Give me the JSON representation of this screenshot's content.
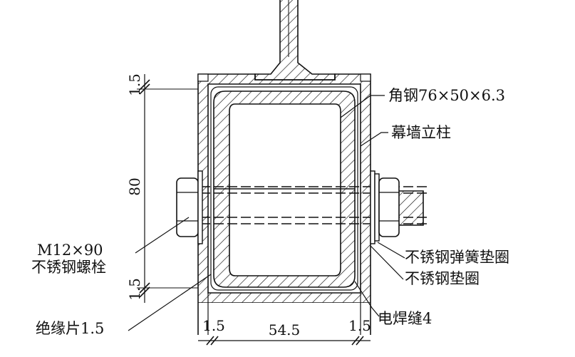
{
  "labels": {
    "angle_steel": "角钢76×50×6.3",
    "mullion": "幕墙立柱",
    "bolt_line1": "M12×90",
    "bolt_line2": "不锈钢螺栓",
    "spring_washer": "不锈钢弹簧垫圈",
    "washer": "不锈钢垫圈",
    "insulation": "绝缘片1.5",
    "weld": "电焊缝4"
  },
  "dimensions": {
    "height": "80",
    "top_gap": "1.5",
    "bottom_gap": "1.5",
    "width": "54.5",
    "left_gap": "1.5",
    "right_gap": "1.5"
  },
  "colors": {
    "line": "#111111",
    "background": "#ffffff"
  }
}
